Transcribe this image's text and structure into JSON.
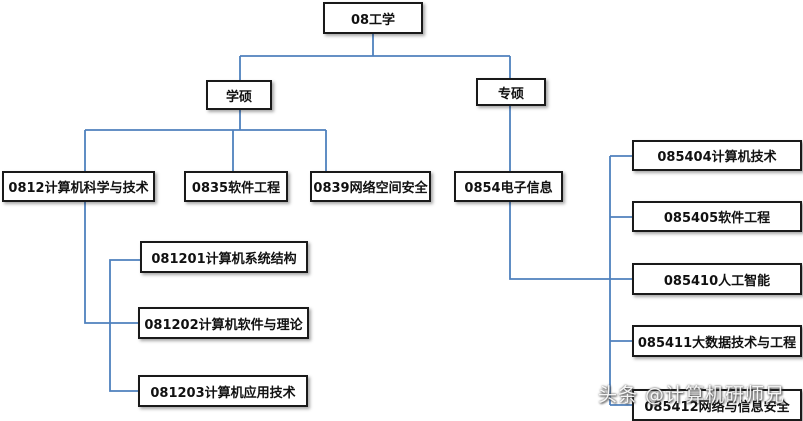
{
  "root": "08工学",
  "branches": {
    "academic": "学硕",
    "professional": "专硕"
  },
  "academic_programs": {
    "p0812": "0812计算机科学与技术",
    "p0835": "0835软件工程",
    "p0839": "0839网络空间安全"
  },
  "sub_0812": {
    "s081201": "081201计算机系统结构",
    "s081202": "081202计算机软件与理论",
    "s081203": "081203计算机应用技术"
  },
  "professional_program": "0854电子信息",
  "sub_0854": {
    "s085404": "085404计算机技术",
    "s085405": "085405软件工程",
    "s085410": "085410人工智能",
    "s085411": "085411大数据技术与工程",
    "s085412": "085412网络与信息安全"
  },
  "watermark": "头条 @计算机研师兄",
  "colors": {
    "connector": "#4f81bd",
    "border": "#1a1a1a"
  }
}
